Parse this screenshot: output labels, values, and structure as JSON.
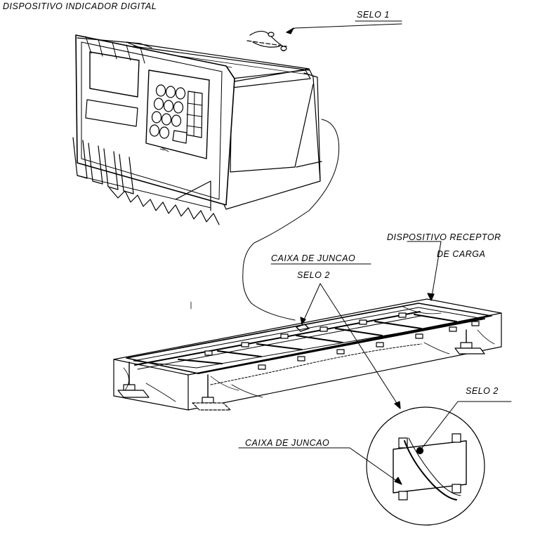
{
  "labels": {
    "indicator": "DISPOSITIVO INDICADOR DIGITAL",
    "seal_1": "SELO 1",
    "receptor_line1": "DISPOSITIVO RECEPTOR",
    "receptor_line2": "DE CARGA",
    "junction_box_top": "CAIXA DE JUNCAO",
    "seal_2_top": "SELO 2",
    "seal_2_detail": "SELO 2",
    "junction_box_detail": "CAIXA DE JUNCAO"
  },
  "colors": {
    "ink": "#000000",
    "paper": "#ffffff"
  }
}
